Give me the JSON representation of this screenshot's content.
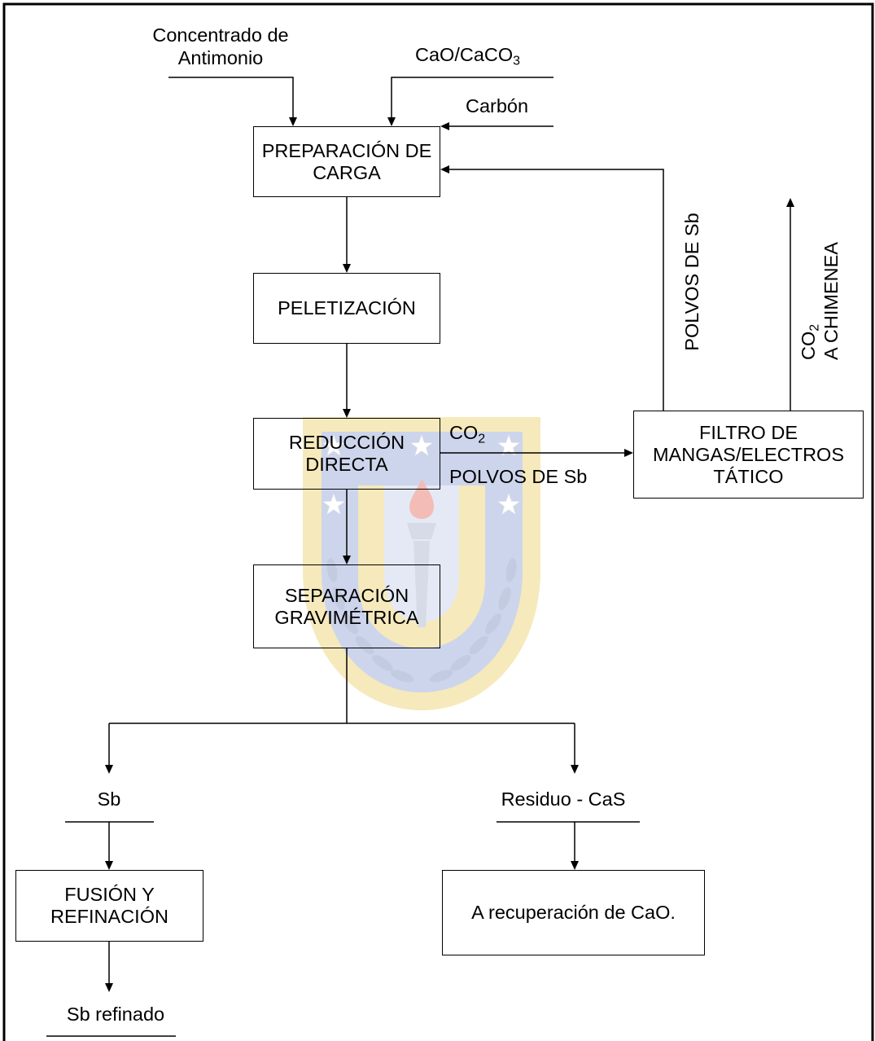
{
  "diagram": {
    "inputs": {
      "concentrado": {
        "lines": [
          "Concentrado de",
          "Antimonio"
        ]
      },
      "cal": {
        "base": "CaO/CaCO",
        "sub": "3"
      },
      "carbon": {
        "label": "Carbón"
      }
    },
    "steps": {
      "preparacion": {
        "lines": [
          "PREPARACIÓN DE",
          "CARGA"
        ]
      },
      "peletizacion": {
        "lines": [
          "PELETIZACIÓN"
        ]
      },
      "reduccion": {
        "lines": [
          "REDUCCIÓN",
          "DIRECTA"
        ]
      },
      "separacion": {
        "lines": [
          "SEPARACIÓN",
          "GRAVIMÉTRICA"
        ]
      },
      "filtro": {
        "lines": [
          "FILTRO DE",
          "MANGAS/ELECTROS",
          "TÁTICO"
        ]
      },
      "fusion": {
        "lines": [
          "FUSIÓN Y",
          "REFINACIÓN"
        ]
      },
      "recuperacion": {
        "lines": [
          "A recuperación de CaO."
        ]
      }
    },
    "streams": {
      "gases_reduccion": {
        "gas": {
          "base": "CO",
          "sub": "2"
        },
        "solids": "POLVOS DE Sb"
      },
      "reciclo_filtro": {
        "label": "POLVOS DE Sb"
      },
      "chimenea": {
        "gas": {
          "base": "CO",
          "sub": "2"
        },
        "destination": "A CHIMENEA"
      }
    },
    "products": {
      "sb": {
        "label": "Sb"
      },
      "residuo": {
        "label": "Residuo - CaS"
      },
      "sb_refinado": {
        "label": "Sb refinado"
      }
    }
  },
  "colors": {
    "line": "#000000",
    "text": "#000000",
    "background": "#ffffff"
  },
  "watermark_colors": {
    "gold": "#f6e9bb",
    "blue": "#cdd5ec",
    "pale": "#e4e9f5",
    "flame": "#f3bcb6",
    "torch": "#d6dbe7",
    "star": "#ffffff",
    "laurel": "#c3cbe0"
  }
}
